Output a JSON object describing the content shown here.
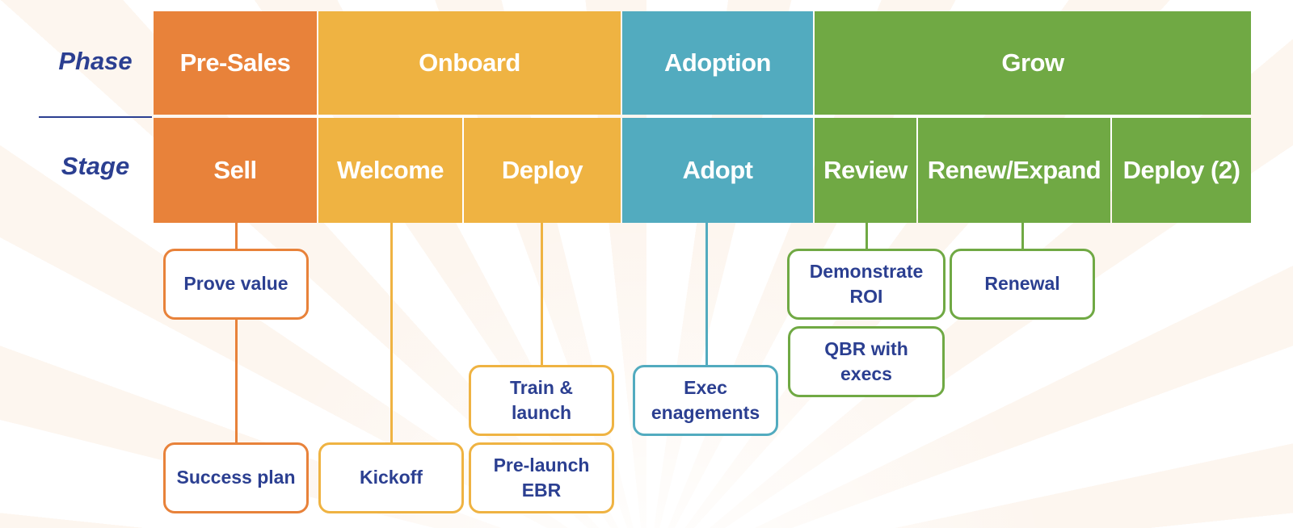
{
  "row_labels": {
    "phase": "Phase",
    "stage": "Stage"
  },
  "phases": [
    {
      "label": "Pre-Sales",
      "color": "#e8823a"
    },
    {
      "label": "Onboard",
      "color": "#efb342"
    },
    {
      "label": "Adoption",
      "color": "#52abbf"
    },
    {
      "label": "Grow",
      "color": "#70a944"
    }
  ],
  "stages": [
    {
      "label": "Sell",
      "phase": "Pre-Sales"
    },
    {
      "label": "Welcome",
      "phase": "Onboard"
    },
    {
      "label": "Deploy",
      "phase": "Onboard"
    },
    {
      "label": "Adopt",
      "phase": "Adoption"
    },
    {
      "label": "Review",
      "phase": "Grow"
    },
    {
      "label": "Renew/Expand",
      "phase": "Grow"
    },
    {
      "label": "Deploy (2)",
      "phase": "Grow"
    }
  ],
  "activities": [
    {
      "label": "Prove value",
      "stage": "Sell"
    },
    {
      "label": "Success plan",
      "stage": "Sell"
    },
    {
      "label": "Kickoff",
      "stage": "Welcome"
    },
    {
      "label": "Train & launch",
      "stage": "Deploy"
    },
    {
      "label": "Pre-launch EBR",
      "stage": "Deploy"
    },
    {
      "label": "Exec enagements",
      "stage": "Adopt"
    },
    {
      "label": "Demonstrate ROI",
      "stage": "Review"
    },
    {
      "label": "QBR with execs",
      "stage": "Review"
    },
    {
      "label": "Renewal",
      "stage": "Renew/Expand"
    }
  ]
}
